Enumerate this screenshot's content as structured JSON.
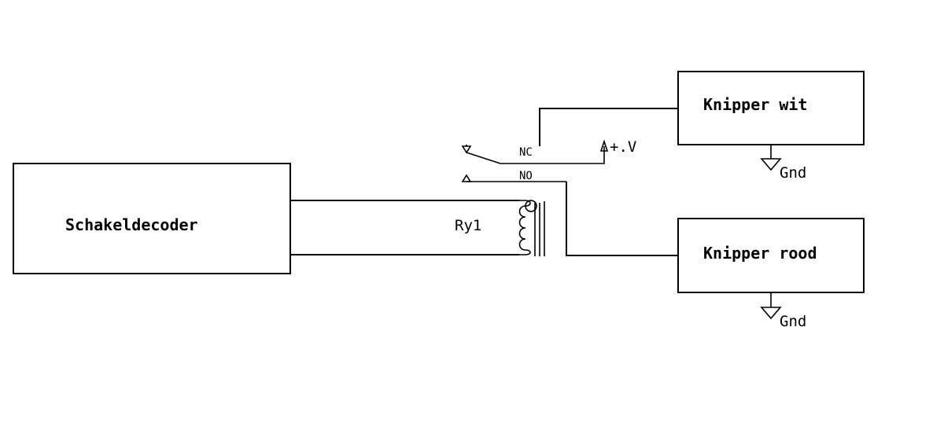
{
  "components": {
    "decoder": {
      "label": "Schakeldecoder"
    },
    "relay": {
      "label": "Ry1",
      "nc_label": "NC",
      "no_label": "NO"
    },
    "supply": {
      "label": "+.V"
    },
    "blink_white": {
      "label": "Knipper wit"
    },
    "blink_red": {
      "label": "Knipper rood"
    },
    "ground_white": {
      "label": "Gnd"
    },
    "ground_red": {
      "label": "Gnd"
    }
  }
}
